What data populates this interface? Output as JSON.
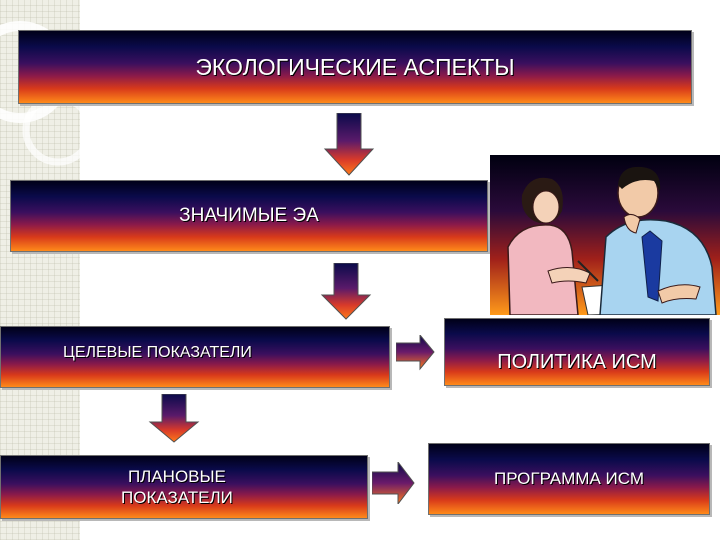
{
  "boxes": {
    "environmental_aspects": "ЭКОЛОГИЧЕСКИЕ АСПЕКТЫ",
    "significant_aspects": "ЗНАЧИМЫЕ ЭА",
    "target_indicators": "ЦЕЛЕВЫЕ ПОКАЗАТЕЛИ",
    "planned_indicators": "ПЛАНОВЫЕ\nПОКАЗАТЕЛИ",
    "policy": "ПОЛИТИКА ИСМ",
    "program": "ПРОГРАММА  ИСМ"
  },
  "icons": [
    "arrow-down-icon",
    "arrow-right-icon",
    "business-meeting-illustration"
  ],
  "colors": {
    "box_top": "#000018",
    "box_mid": "#3b0f5e",
    "box_bottom": "#ff8a1a",
    "text": "#ffffff",
    "arrow_top": "#0a0a4a",
    "arrow_bottom": "#ff7a1a"
  }
}
